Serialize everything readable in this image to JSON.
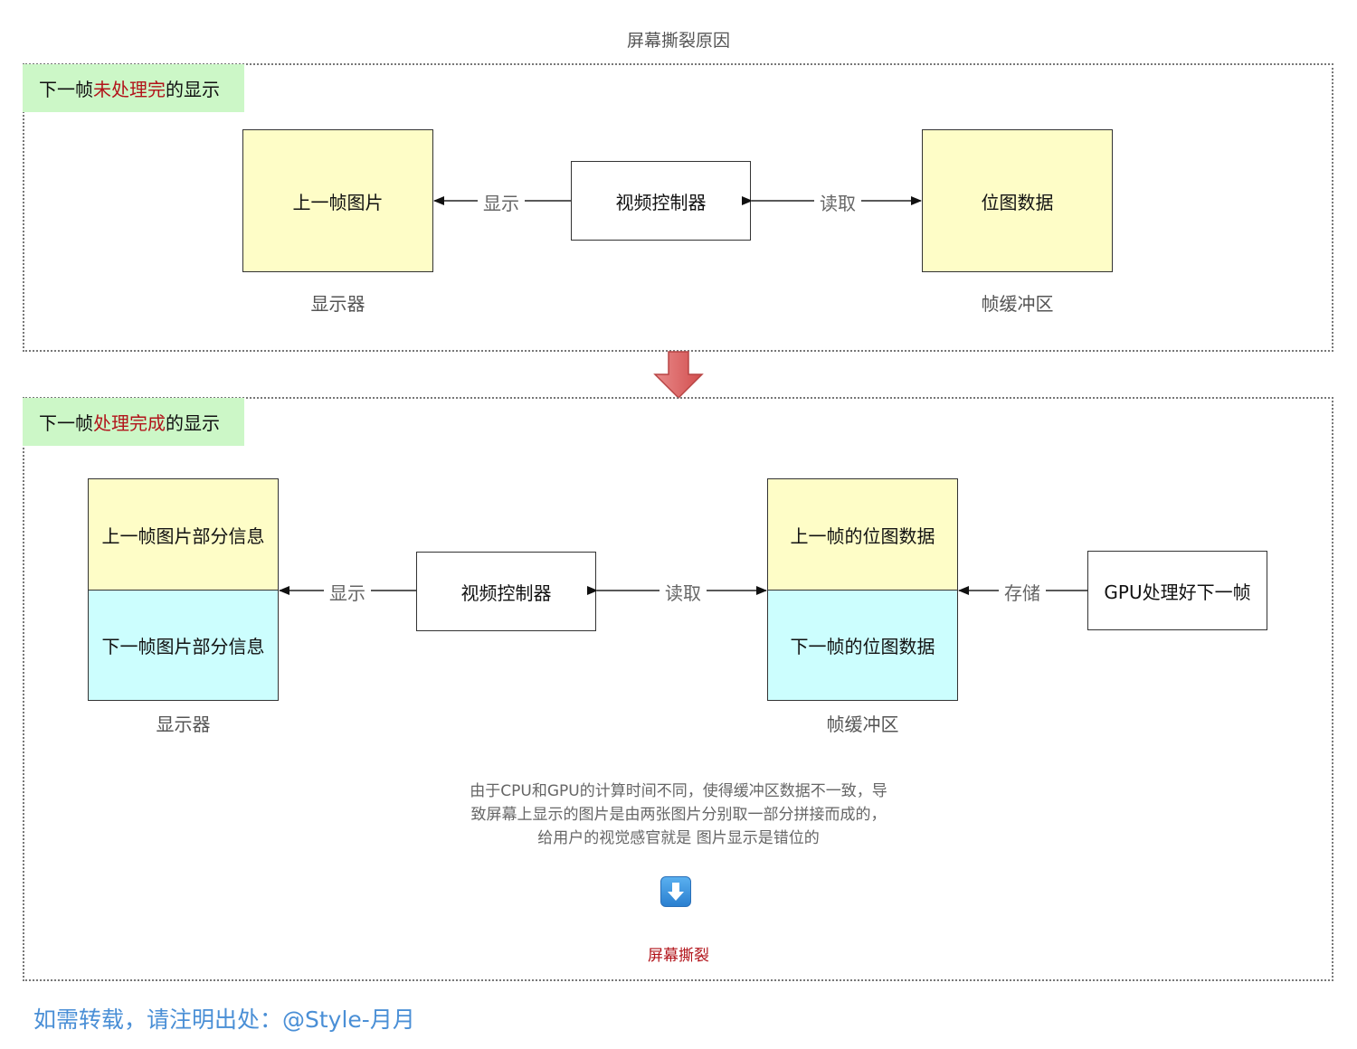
{
  "title": "屏幕撕裂原因",
  "top_panel": {
    "tag_pre": "下一帧",
    "tag_hl": "未处理完",
    "tag_post": "的显示",
    "monitor_box": "上一帧图片",
    "monitor_caption": "显示器",
    "controller_box": "视频控制器",
    "buffer_box": "位图数据",
    "buffer_caption": "帧缓冲区",
    "edge_display": "显示",
    "edge_read": "读取"
  },
  "bottom_panel": {
    "tag_pre": "下一帧",
    "tag_hl": "处理完成",
    "tag_post": "的显示",
    "monitor_top": "上一帧图片部分信息",
    "monitor_bottom": "下一帧图片部分信息",
    "monitor_caption": "显示器",
    "controller_box": "视频控制器",
    "buffer_top": "上一帧的位图数据",
    "buffer_bottom": "下一帧的位图数据",
    "buffer_caption": "帧缓冲区",
    "gpu_box": "GPU处理好下一帧",
    "edge_display": "显示",
    "edge_read": "读取",
    "edge_store": "存储",
    "description_lines": [
      "由于CPU和GPU的计算时间不同，使得缓冲区数据不一致，导",
      "致屏幕上显示的图片是由两张图片分别取一部分拼接而成的，",
      "给用户的视觉感官就是 图片显示是错位的"
    ],
    "result": "屏幕撕裂"
  },
  "watermark": "如需转载，请注明出处：@Style-月月",
  "colors": {
    "tag_bg": "#ccf7c7",
    "highlight": "#b2141b",
    "box_yellow": "#fefdc7",
    "box_cyan": "#ccfefe",
    "arrow_red": "#e06666",
    "watermark": "#4a8fd6"
  }
}
